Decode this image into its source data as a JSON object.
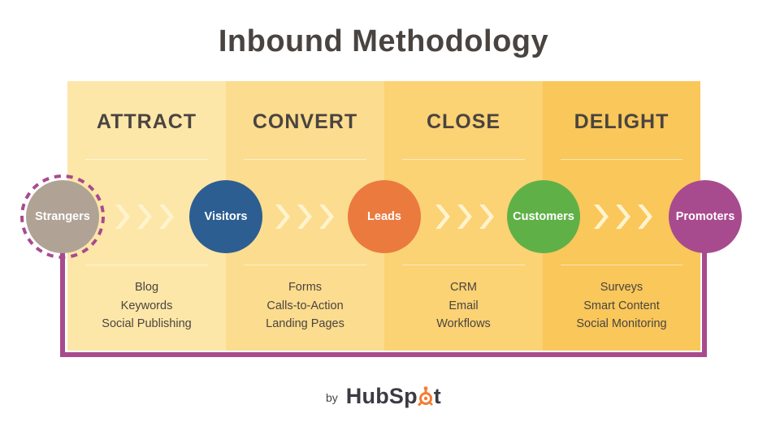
{
  "title": "Inbound Methodology",
  "stages": [
    {
      "label": "ATTRACT",
      "items": [
        "Blog",
        "Keywords",
        "Social Publishing"
      ]
    },
    {
      "label": "CONVERT",
      "items": [
        "Forms",
        "Calls-to-Action",
        "Landing Pages"
      ]
    },
    {
      "label": "CLOSE",
      "items": [
        "CRM",
        "Email",
        "Workflows"
      ]
    },
    {
      "label": "DELIGHT",
      "items": [
        "Surveys",
        "Smart Content",
        "Social Monitoring"
      ]
    }
  ],
  "nodes": [
    {
      "label": "Strangers",
      "color": "#b0a396"
    },
    {
      "label": "Visitors",
      "color": "#2c5e92"
    },
    {
      "label": "Leads",
      "color": "#ea7a3e"
    },
    {
      "label": "Customers",
      "color": "#5fb147"
    },
    {
      "label": "Promoters",
      "color": "#a84b8e"
    }
  ],
  "colors": {
    "loop": "#a84b8e",
    "text": "#4a4440",
    "chevron": "#fff3cf",
    "sprocket": "#f57c33"
  },
  "footer": {
    "by": "by",
    "brand_prefix": "HubSp",
    "brand_suffix": "t"
  }
}
